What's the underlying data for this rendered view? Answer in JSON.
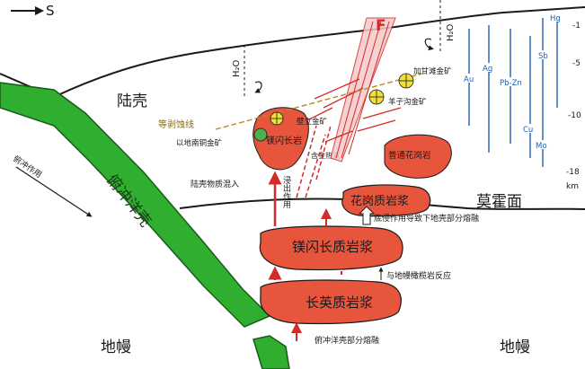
{
  "diagram": {
    "direction_label": "S",
    "labels": {
      "continental_crust": "陆壳",
      "mantle_left": "地幔",
      "mantle_right": "地幔",
      "subducting_oceanic_crust": "俯冲洋壳",
      "subduction_action": "俯冲作用",
      "moho": "莫霍面",
      "fault": "F",
      "water_left": "H₂O",
      "water_right": "H₂O",
      "isotherm": "等剥蚀线",
      "deposit_yidinan": "以地南铜金矿",
      "deposit_bizhi": "壁立金矿",
      "deposit_jiagannan": "加甘滩金矿",
      "deposit_yangzigou": "羊子沟金矿",
      "mg_granodiorite": "镁闪长岩",
      "gold_bearing_fluid": "含金热液",
      "ordinary_granite": "普通花岗岩",
      "crust_contamination": "陆壳物质混入",
      "infiltration": "浸出作用",
      "granitic_magma": "花岗质岩浆",
      "underplating_note": "底侵作用导致下地壳部分熔融",
      "mg_dioritic_magma": "镁闪长质岩浆",
      "mantle_reaction": "与地幔橄榄岩反应",
      "adakitic_magma": "长英质岩浆",
      "slab_melting": "俯冲洋壳部分熔融"
    },
    "elements": [
      "Hg",
      "Sb",
      "Pb-Zn",
      "Ag",
      "Au",
      "Cu",
      "Mo"
    ],
    "depth_ticks": [
      "-1",
      "-5",
      "-10",
      "-18"
    ],
    "depth_unit": "km",
    "colors": {
      "slab_green": "#2fae2f",
      "magma_red": "#e8553d",
      "arrow_red": "#d42a2a",
      "element_blue": "#1f5fb4",
      "deposit_yellow": "#f2e03a"
    }
  }
}
